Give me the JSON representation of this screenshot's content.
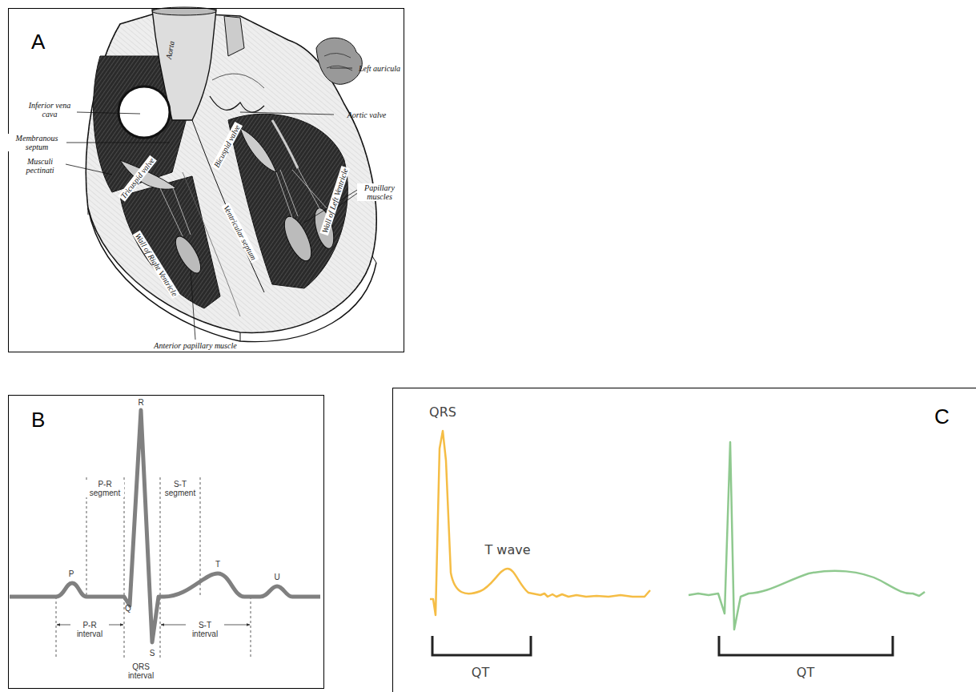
{
  "diagram": {
    "nodes": [
      {
        "text": [
          "A"
        ]
      },
      {
        "text": [
          "B"
        ]
      },
      {
        "text": [
          "C"
        ]
      }
    ],
    "labels": [
      "Aorta",
      "Left auricula",
      "Inferior vena cava",
      "Aortic valve",
      "Membranous septum",
      "Musculi pectinati",
      "Bicuspid valve",
      "Tricuspid valve",
      "Wall of Left Ventricle",
      "Papillary muscles",
      "Ventricular septum",
      "Wall of Right Ventricle",
      "Anterior papillary muscle",
      "R",
      "P",
      "P-R segment",
      "S-T segment",
      "T",
      "U",
      "Q",
      "S",
      "P-R interval",
      "QRS interval",
      "S-T interval",
      "QRS",
      "T wave",
      "QT",
      "QT"
    ]
  }
}
